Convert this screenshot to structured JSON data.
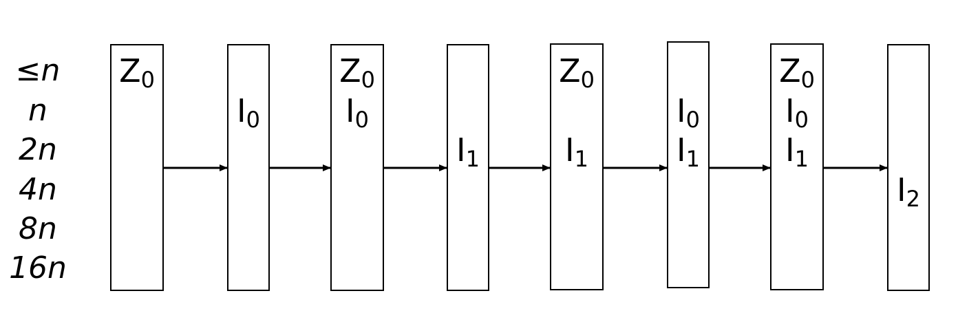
{
  "row_labels": [
    "≤n",
    "n",
    "2n",
    "4n",
    "8n",
    "16n"
  ],
  "boxes": [
    {
      "entries": [
        {
          "row": 0,
          "base": "Z",
          "sub": "0"
        }
      ]
    },
    {
      "entries": [
        {
          "row": 1,
          "base": "I",
          "sub": "0"
        }
      ]
    },
    {
      "entries": [
        {
          "row": 0,
          "base": "Z",
          "sub": "0"
        },
        {
          "row": 1,
          "base": "I",
          "sub": "0"
        }
      ]
    },
    {
      "entries": [
        {
          "row": 2,
          "base": "I",
          "sub": "1"
        }
      ]
    },
    {
      "entries": [
        {
          "row": 0,
          "base": "Z",
          "sub": "0"
        },
        {
          "row": 2,
          "base": "I",
          "sub": "1"
        }
      ]
    },
    {
      "entries": [
        {
          "row": 1,
          "base": "I",
          "sub": "0"
        },
        {
          "row": 2,
          "base": "I",
          "sub": "1"
        }
      ]
    },
    {
      "entries": [
        {
          "row": 0,
          "base": "Z",
          "sub": "0"
        },
        {
          "row": 1,
          "base": "I",
          "sub": "0"
        },
        {
          "row": 2,
          "base": "I",
          "sub": "1"
        }
      ]
    },
    {
      "entries": [
        {
          "row": 3,
          "base": "I",
          "sub": "2"
        }
      ]
    }
  ]
}
